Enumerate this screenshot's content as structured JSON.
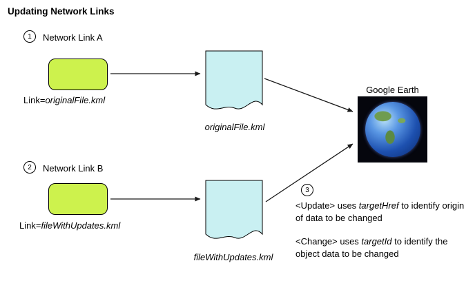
{
  "title": "Updating Network Links",
  "colors": {
    "box_green": "#cdf24d",
    "doc_cyan": "#c9f0f2",
    "text": "#000000"
  },
  "steps": {
    "one": "1",
    "two": "2",
    "three": "3"
  },
  "network_link_a": {
    "label": "Network Link A",
    "link_prefix": "Link=",
    "link_file": "originalFile.kml"
  },
  "network_link_b": {
    "label": "Network Link B",
    "link_prefix": "Link=",
    "link_file": "fileWithUpdates.kml"
  },
  "doc_a": {
    "label": "originalFile.kml"
  },
  "doc_b": {
    "label": "fileWithUpdates.kml"
  },
  "google_earth": {
    "label": "Google Earth"
  },
  "notes": {
    "update_prefix": "<Update> uses ",
    "update_term": "targetHref",
    "update_suffix": " to identify origin of data to be changed",
    "change_prefix": "<Change> uses ",
    "change_term": "targetId",
    "change_suffix": " to identify the object data to be changed"
  }
}
